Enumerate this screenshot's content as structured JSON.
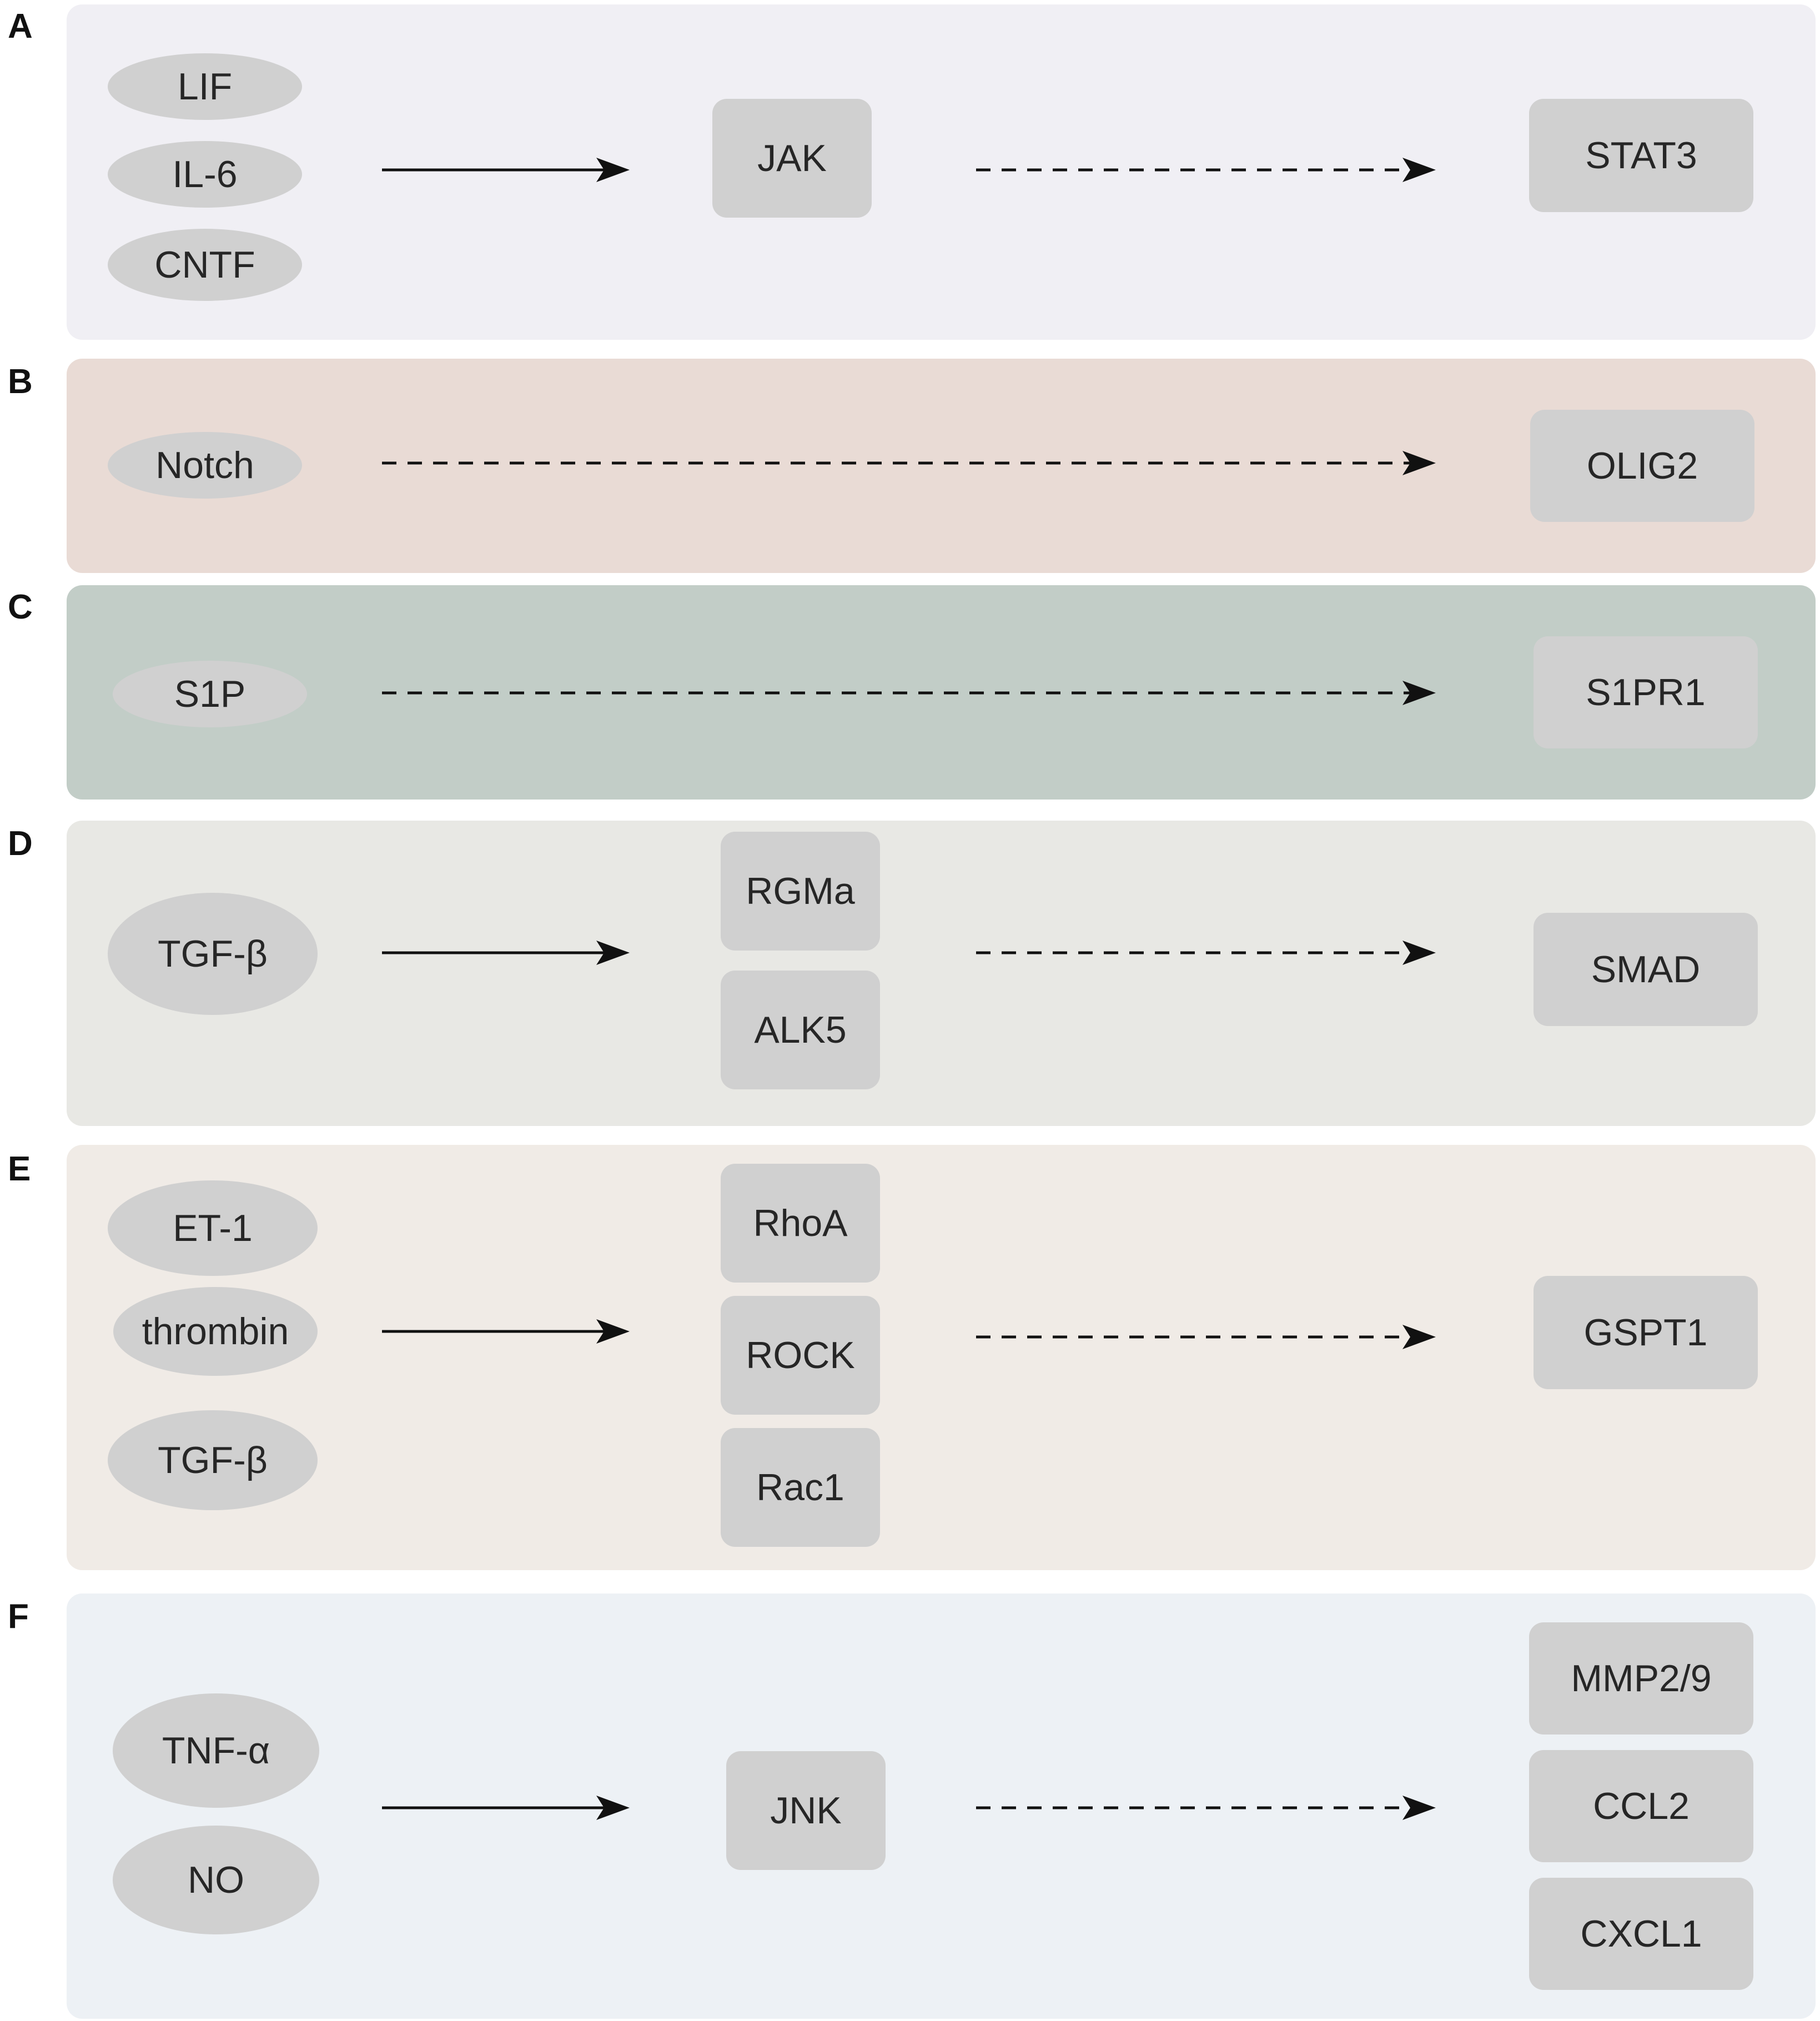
{
  "colors": {
    "node_fill": "#d0d0d0",
    "panel_a": "#f0eff4",
    "panel_b": "#e9dbd5",
    "panel_c": "#c2cdc7",
    "panel_d": "#e8e8e4",
    "panel_e": "#f0ebe6",
    "panel_f": "#edf1f5",
    "arrow": "#111111"
  },
  "arrow_styles": [
    "solid",
    "dashed"
  ],
  "panels": {
    "a": {
      "label": "A",
      "inputs": [
        "LIF",
        "IL-6",
        "CNTF"
      ],
      "mediators": [
        "JAK"
      ],
      "outputs": [
        "STAT3"
      ]
    },
    "b": {
      "label": "B",
      "inputs": [
        "Notch"
      ],
      "mediators": [],
      "outputs": [
        "OLIG2"
      ]
    },
    "c": {
      "label": "C",
      "inputs": [
        "S1P"
      ],
      "mediators": [],
      "outputs": [
        "S1PR1"
      ]
    },
    "d": {
      "label": "D",
      "inputs": [
        "TGF-β"
      ],
      "mediators": [
        "RGMa",
        "ALK5"
      ],
      "outputs": [
        "SMAD"
      ]
    },
    "e": {
      "label": "E",
      "inputs": [
        "ET-1",
        "thrombin",
        "TGF-β"
      ],
      "mediators": [
        "RhoA",
        "ROCK",
        "Rac1"
      ],
      "outputs": [
        "GSPT1"
      ]
    },
    "f": {
      "label": "F",
      "inputs": [
        "TNF-α",
        "NO"
      ],
      "mediators": [
        "JNK"
      ],
      "outputs": [
        "MMP2/9",
        "CCL2",
        "CXCL1"
      ]
    }
  }
}
